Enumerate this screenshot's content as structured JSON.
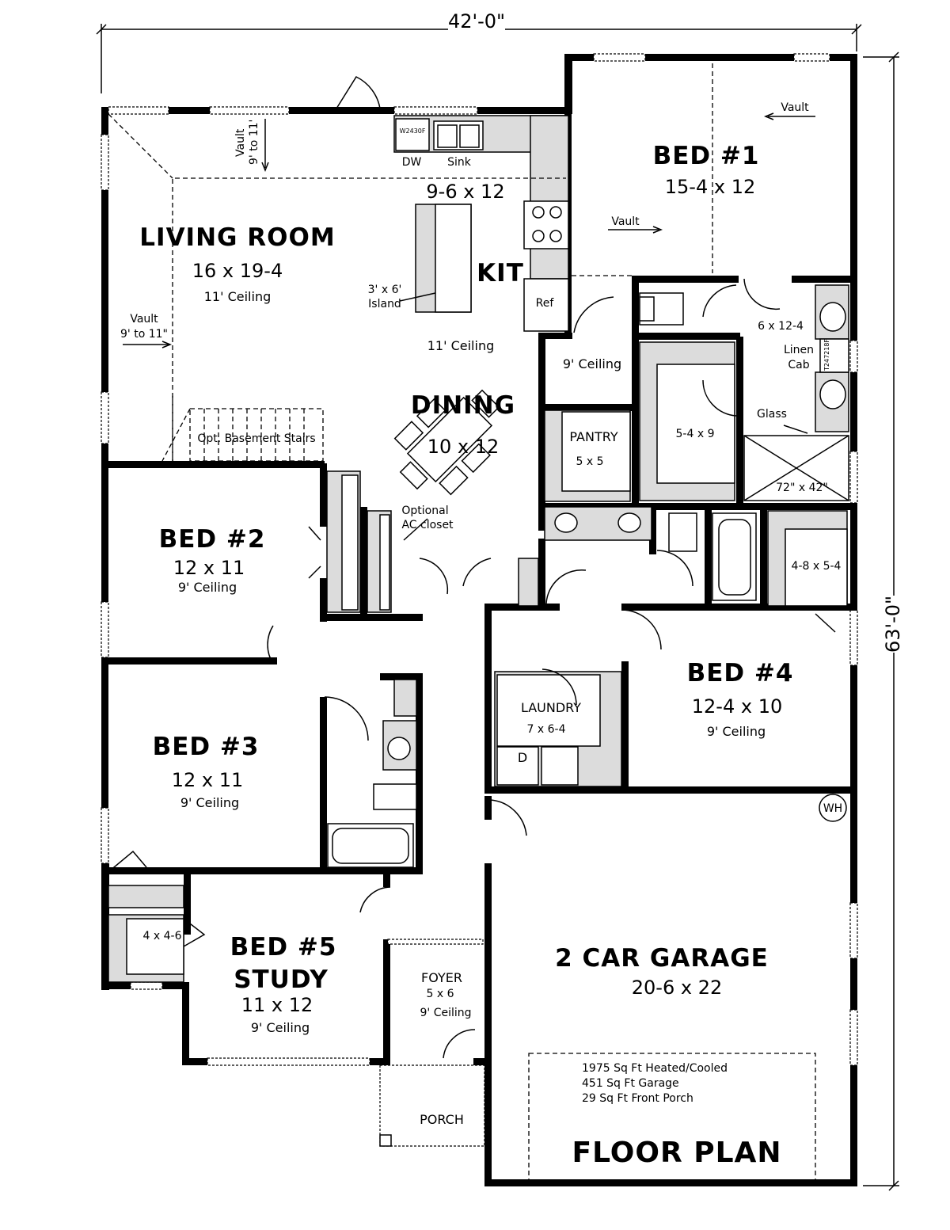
{
  "dimensions": {
    "width": "42'-0\"",
    "depth": "63'-0\""
  },
  "rooms": {
    "living": {
      "name": "LIVING ROOM",
      "size": "16 x 19-4",
      "ceiling": "11' Ceiling"
    },
    "kitchen": {
      "name": "KIT",
      "size": "9-6 x 12",
      "ceiling": "11' Ceiling"
    },
    "dining": {
      "name": "DINING",
      "size": "10 x 12"
    },
    "bed1": {
      "name": "BED #1",
      "size": "15-4 x 12"
    },
    "bed2": {
      "name": "BED #2",
      "size": "12 x 11",
      "ceiling": "9' Ceiling"
    },
    "bed3": {
      "name": "BED #3",
      "size": "12 x 11",
      "ceiling": "9' Ceiling"
    },
    "bed4": {
      "name": "BED #4",
      "size": "12-4 x 10",
      "ceiling": "9' Ceiling"
    },
    "bed5": {
      "name": "BED #5",
      "name2": "STUDY",
      "size": "11 x 12",
      "ceiling": "9' Ceiling"
    },
    "pantry": {
      "name": "PANTRY",
      "size": "5 x 5",
      "ceiling": "9' Ceiling"
    },
    "laundry": {
      "name": "LAUNDRY",
      "size": "7 x 6-4"
    },
    "foyer": {
      "name": "FOYER",
      "size": "5 x 6",
      "ceiling": "9' Ceiling"
    },
    "garage": {
      "name": "2 CAR GARAGE",
      "size": "20-6 x 22"
    },
    "porch": {
      "name": "PORCH"
    },
    "master_bath": {
      "size": "6 x 12-4"
    },
    "master_closet": {
      "size": "5-4 x 9"
    },
    "bed4_closet": {
      "size": "4-8 x 5-4"
    },
    "bed5_closet": {
      "size": "4 x 4-6"
    }
  },
  "notes": {
    "vault": "Vault",
    "vault_living_top": [
      "Vault",
      "9' to 11'"
    ],
    "vault_living_left": [
      "Vault",
      "9' to 11\""
    ],
    "island": [
      "3' x 6'",
      "Island"
    ],
    "basement_stairs": "Opt. Basement Stairs",
    "ac_closet": [
      "Optional",
      "AC closet"
    ],
    "dw": "DW",
    "sink": "Sink",
    "ref": "Ref",
    "linen": [
      "Linen",
      "Cab"
    ],
    "glass": "Glass",
    "shower": "72\" x 42\"",
    "dryer": "D",
    "water_heater": "WH",
    "cabinet_code_1": "W2430F",
    "cabinet_code_2": "T247218F"
  },
  "summary": {
    "heated": "1975 Sq Ft Heated/Cooled",
    "garage": "451 Sq Ft Garage",
    "porch": "29 Sq Ft Front Porch"
  },
  "title": "FLOOR PLAN"
}
